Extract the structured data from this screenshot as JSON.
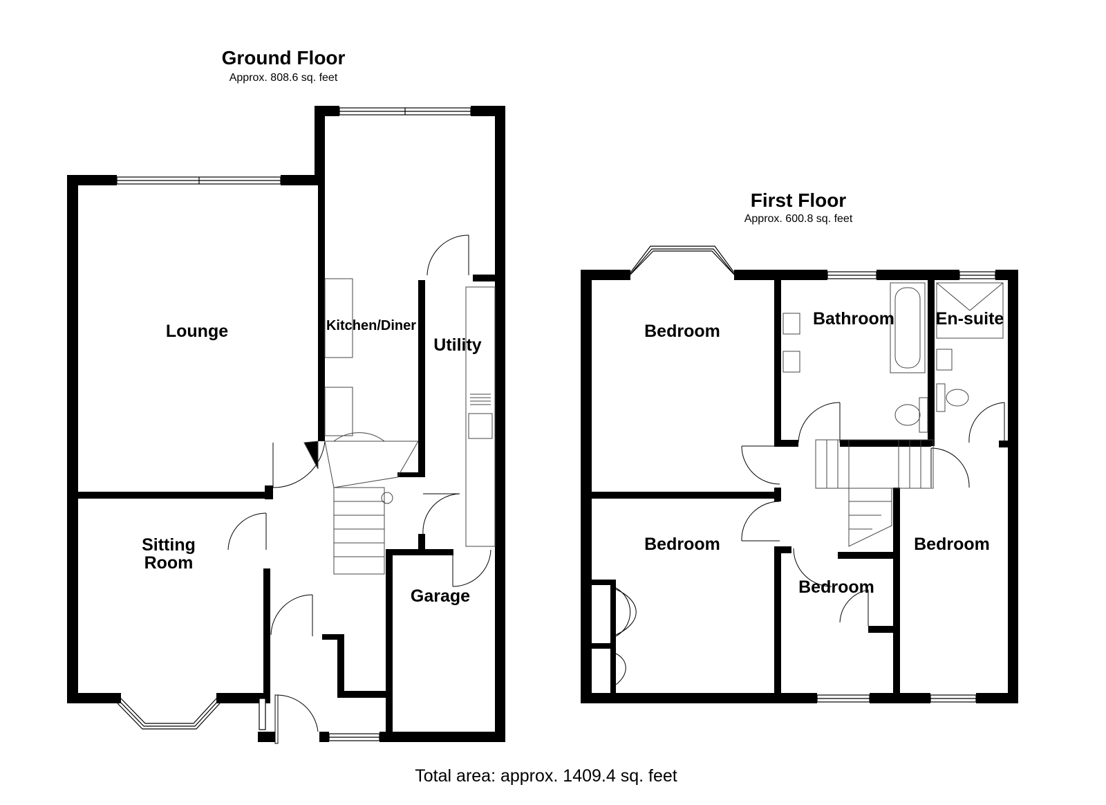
{
  "ground_floor": {
    "title": "Ground Floor",
    "area": "Approx. 808.6 sq. feet",
    "rooms": {
      "lounge": "Lounge",
      "kitchen": "Kitchen/Diner",
      "utility": "Utility",
      "sitting_1": "Sitting",
      "sitting_2": "Room",
      "garage": "Garage"
    }
  },
  "first_floor": {
    "title": "First Floor",
    "area": "Approx. 600.8 sq. feet",
    "rooms": {
      "bedroom_front_left": "Bedroom",
      "bathroom": "Bathroom",
      "ensuite": "En-suite",
      "bedroom_rear_left": "Bedroom",
      "bedroom_small": "Bedroom",
      "bedroom_right": "Bedroom"
    }
  },
  "total_area": "Total area: approx. 1409.4 sq. feet",
  "colors": {
    "wall": "#000000",
    "background": "#ffffff",
    "fixture": "#444444"
  }
}
